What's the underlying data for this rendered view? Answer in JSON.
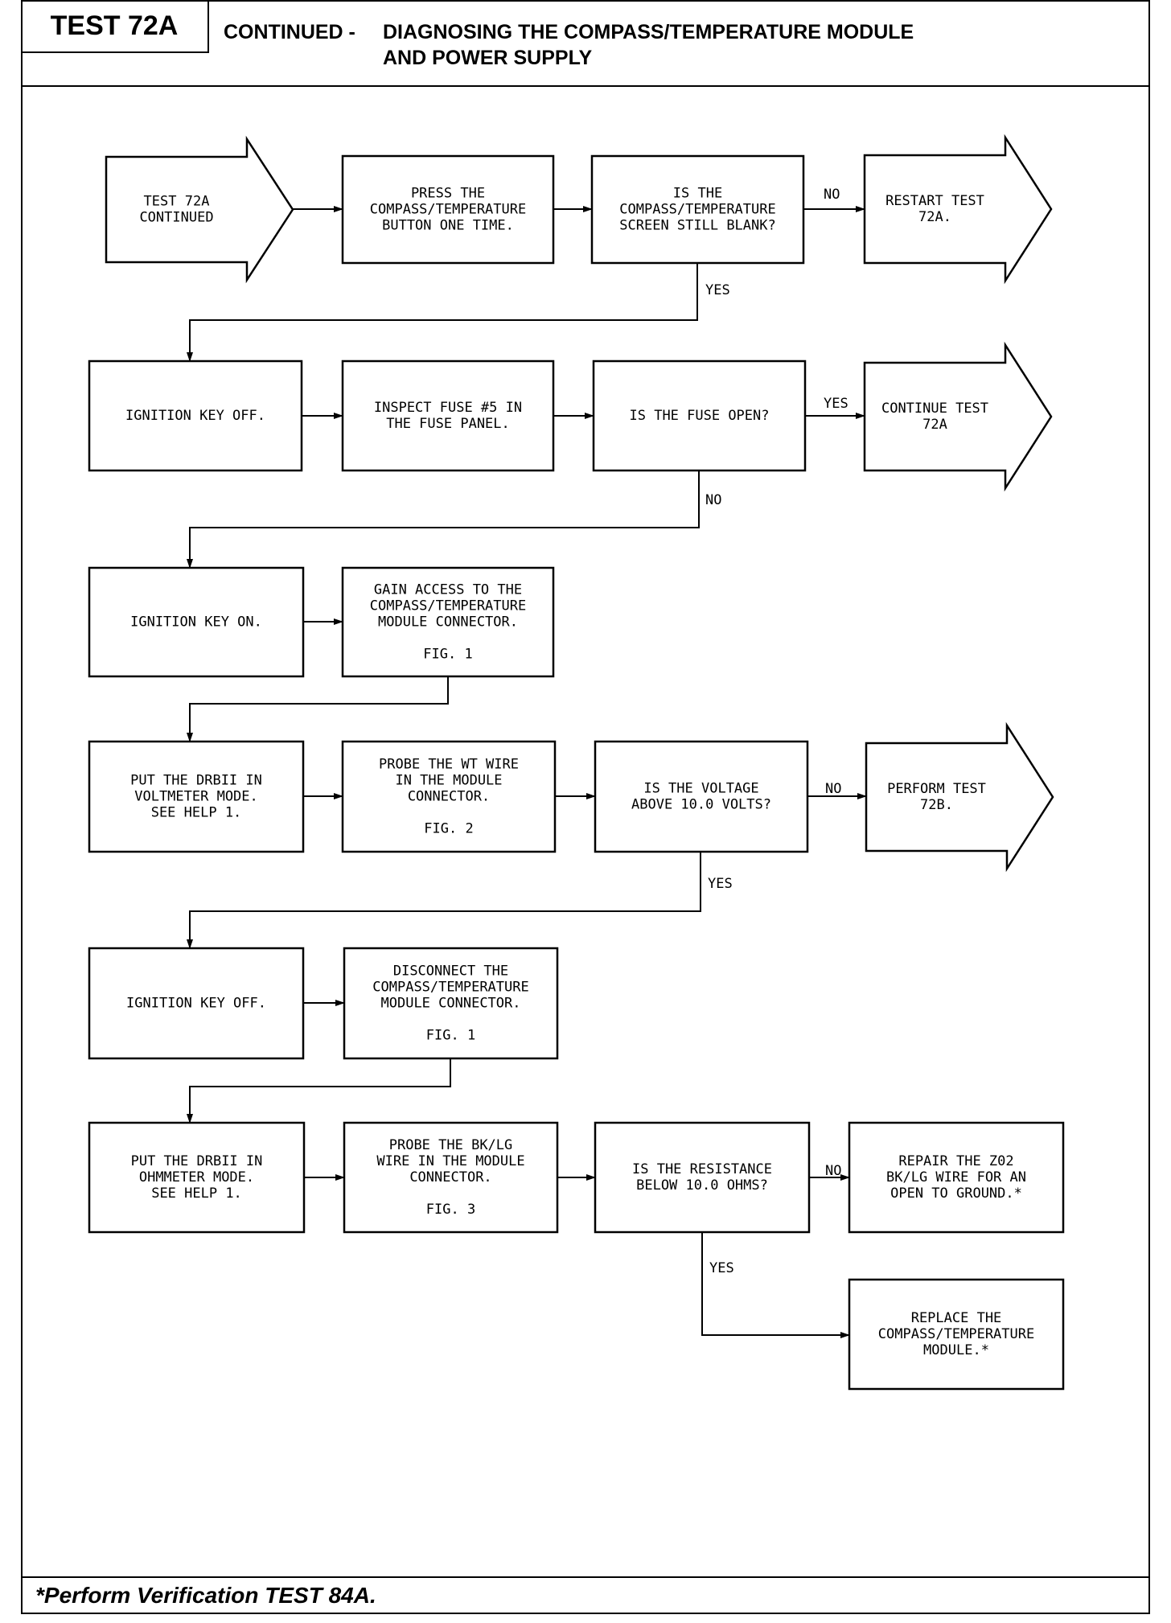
{
  "header": {
    "test_id": "TEST 72A",
    "prefix": "CONTINUED -",
    "title_line1": "DIAGNOSING THE COMPASS/TEMPERATURE MODULE",
    "title_line2": "AND POWER SUPPLY"
  },
  "footer": {
    "note": "*Perform Verification TEST 84A."
  },
  "nodes": {
    "start": {
      "lines": [
        "TEST 72A",
        "CONTINUED"
      ]
    },
    "press_button": {
      "lines": [
        "PRESS THE",
        "COMPASS/TEMPERATURE",
        "BUTTON ONE TIME."
      ]
    },
    "screen_blank": {
      "lines": [
        "IS THE",
        "COMPASS/TEMPERATURE",
        "SCREEN STILL BLANK?"
      ]
    },
    "restart": {
      "lines": [
        "RESTART TEST",
        "72A."
      ]
    },
    "key_off_1": {
      "lines": [
        "IGNITION KEY OFF."
      ]
    },
    "inspect_fuse": {
      "lines": [
        "INSPECT FUSE #5 IN",
        "THE FUSE PANEL."
      ]
    },
    "fuse_open": {
      "lines": [
        "IS THE FUSE OPEN?"
      ]
    },
    "continue": {
      "lines": [
        "CONTINUE TEST",
        "72A"
      ]
    },
    "key_on": {
      "lines": [
        "IGNITION KEY ON."
      ]
    },
    "gain_access": {
      "lines": [
        "GAIN ACCESS TO THE",
        "COMPASS/TEMPERATURE",
        "MODULE CONNECTOR.",
        "",
        "FIG. 1"
      ]
    },
    "voltmeter": {
      "lines": [
        "PUT THE DRBII IN",
        "VOLTMETER MODE.",
        "SEE HELP 1."
      ]
    },
    "probe_wt": {
      "lines": [
        "PROBE THE WT WIRE",
        "IN THE MODULE",
        "CONNECTOR.",
        "",
        "FIG. 2"
      ]
    },
    "voltage_q": {
      "lines": [
        "IS THE VOLTAGE",
        "ABOVE 10.0 VOLTS?"
      ]
    },
    "perform_72b": {
      "lines": [
        "PERFORM TEST",
        "72B."
      ]
    },
    "key_off_2": {
      "lines": [
        "IGNITION KEY OFF."
      ]
    },
    "disconnect": {
      "lines": [
        "DISCONNECT THE",
        "COMPASS/TEMPERATURE",
        "MODULE CONNECTOR.",
        "",
        "FIG. 1"
      ]
    },
    "ohmmeter": {
      "lines": [
        "PUT THE DRBII IN",
        "OHMMETER MODE.",
        "SEE HELP 1."
      ]
    },
    "probe_bklg": {
      "lines": [
        "PROBE THE BK/LG",
        "WIRE IN THE MODULE",
        "CONNECTOR.",
        "",
        "FIG. 3"
      ]
    },
    "resistance_q": {
      "lines": [
        "IS THE RESISTANCE",
        "BELOW 10.0 OHMS?"
      ]
    },
    "repair": {
      "lines": [
        "REPAIR THE Z02",
        "BK/LG WIRE FOR AN",
        "OPEN TO GROUND.*"
      ]
    },
    "replace": {
      "lines": [
        "REPLACE THE",
        "COMPASS/TEMPERATURE",
        "MODULE.*"
      ]
    }
  },
  "labels": {
    "no_1": "NO",
    "yes_1": "YES",
    "yes_2": "YES",
    "no_2": "NO",
    "no_3": "NO",
    "yes_3": "YES",
    "no_4": "NO",
    "yes_4": "YES"
  }
}
